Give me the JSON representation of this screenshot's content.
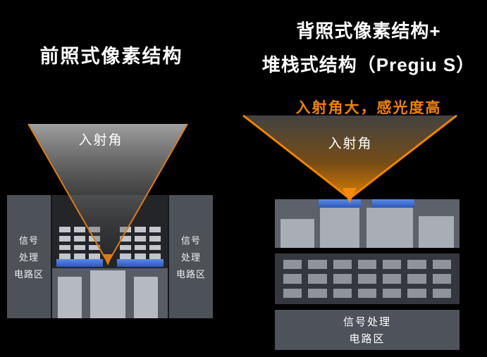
{
  "page": {
    "background": "#000000"
  },
  "left": {
    "title": "前照式像素结构",
    "incident_angle_label": "入射角",
    "circuit_left_lines": [
      "信号",
      "处理",
      "电路区"
    ],
    "circuit_right_lines": [
      "信号",
      "处理",
      "电路区"
    ]
  },
  "right": {
    "title_line1": "背照式像素结构+",
    "title_line2": "堆栈式结构（Pregiu S）",
    "highlight": "入射角大，感光度高",
    "incident_angle_label": "入射角",
    "circuit_lines": [
      "信号处理",
      "电路区"
    ]
  },
  "colors": {
    "accent_orange": "#f08300",
    "text_white": "#ffffff",
    "photodiode_blue": "#3f6fd6",
    "sensor_gray": "#51555e",
    "sensor_dark": "#24262b",
    "block_light": "#b5b9c0"
  }
}
